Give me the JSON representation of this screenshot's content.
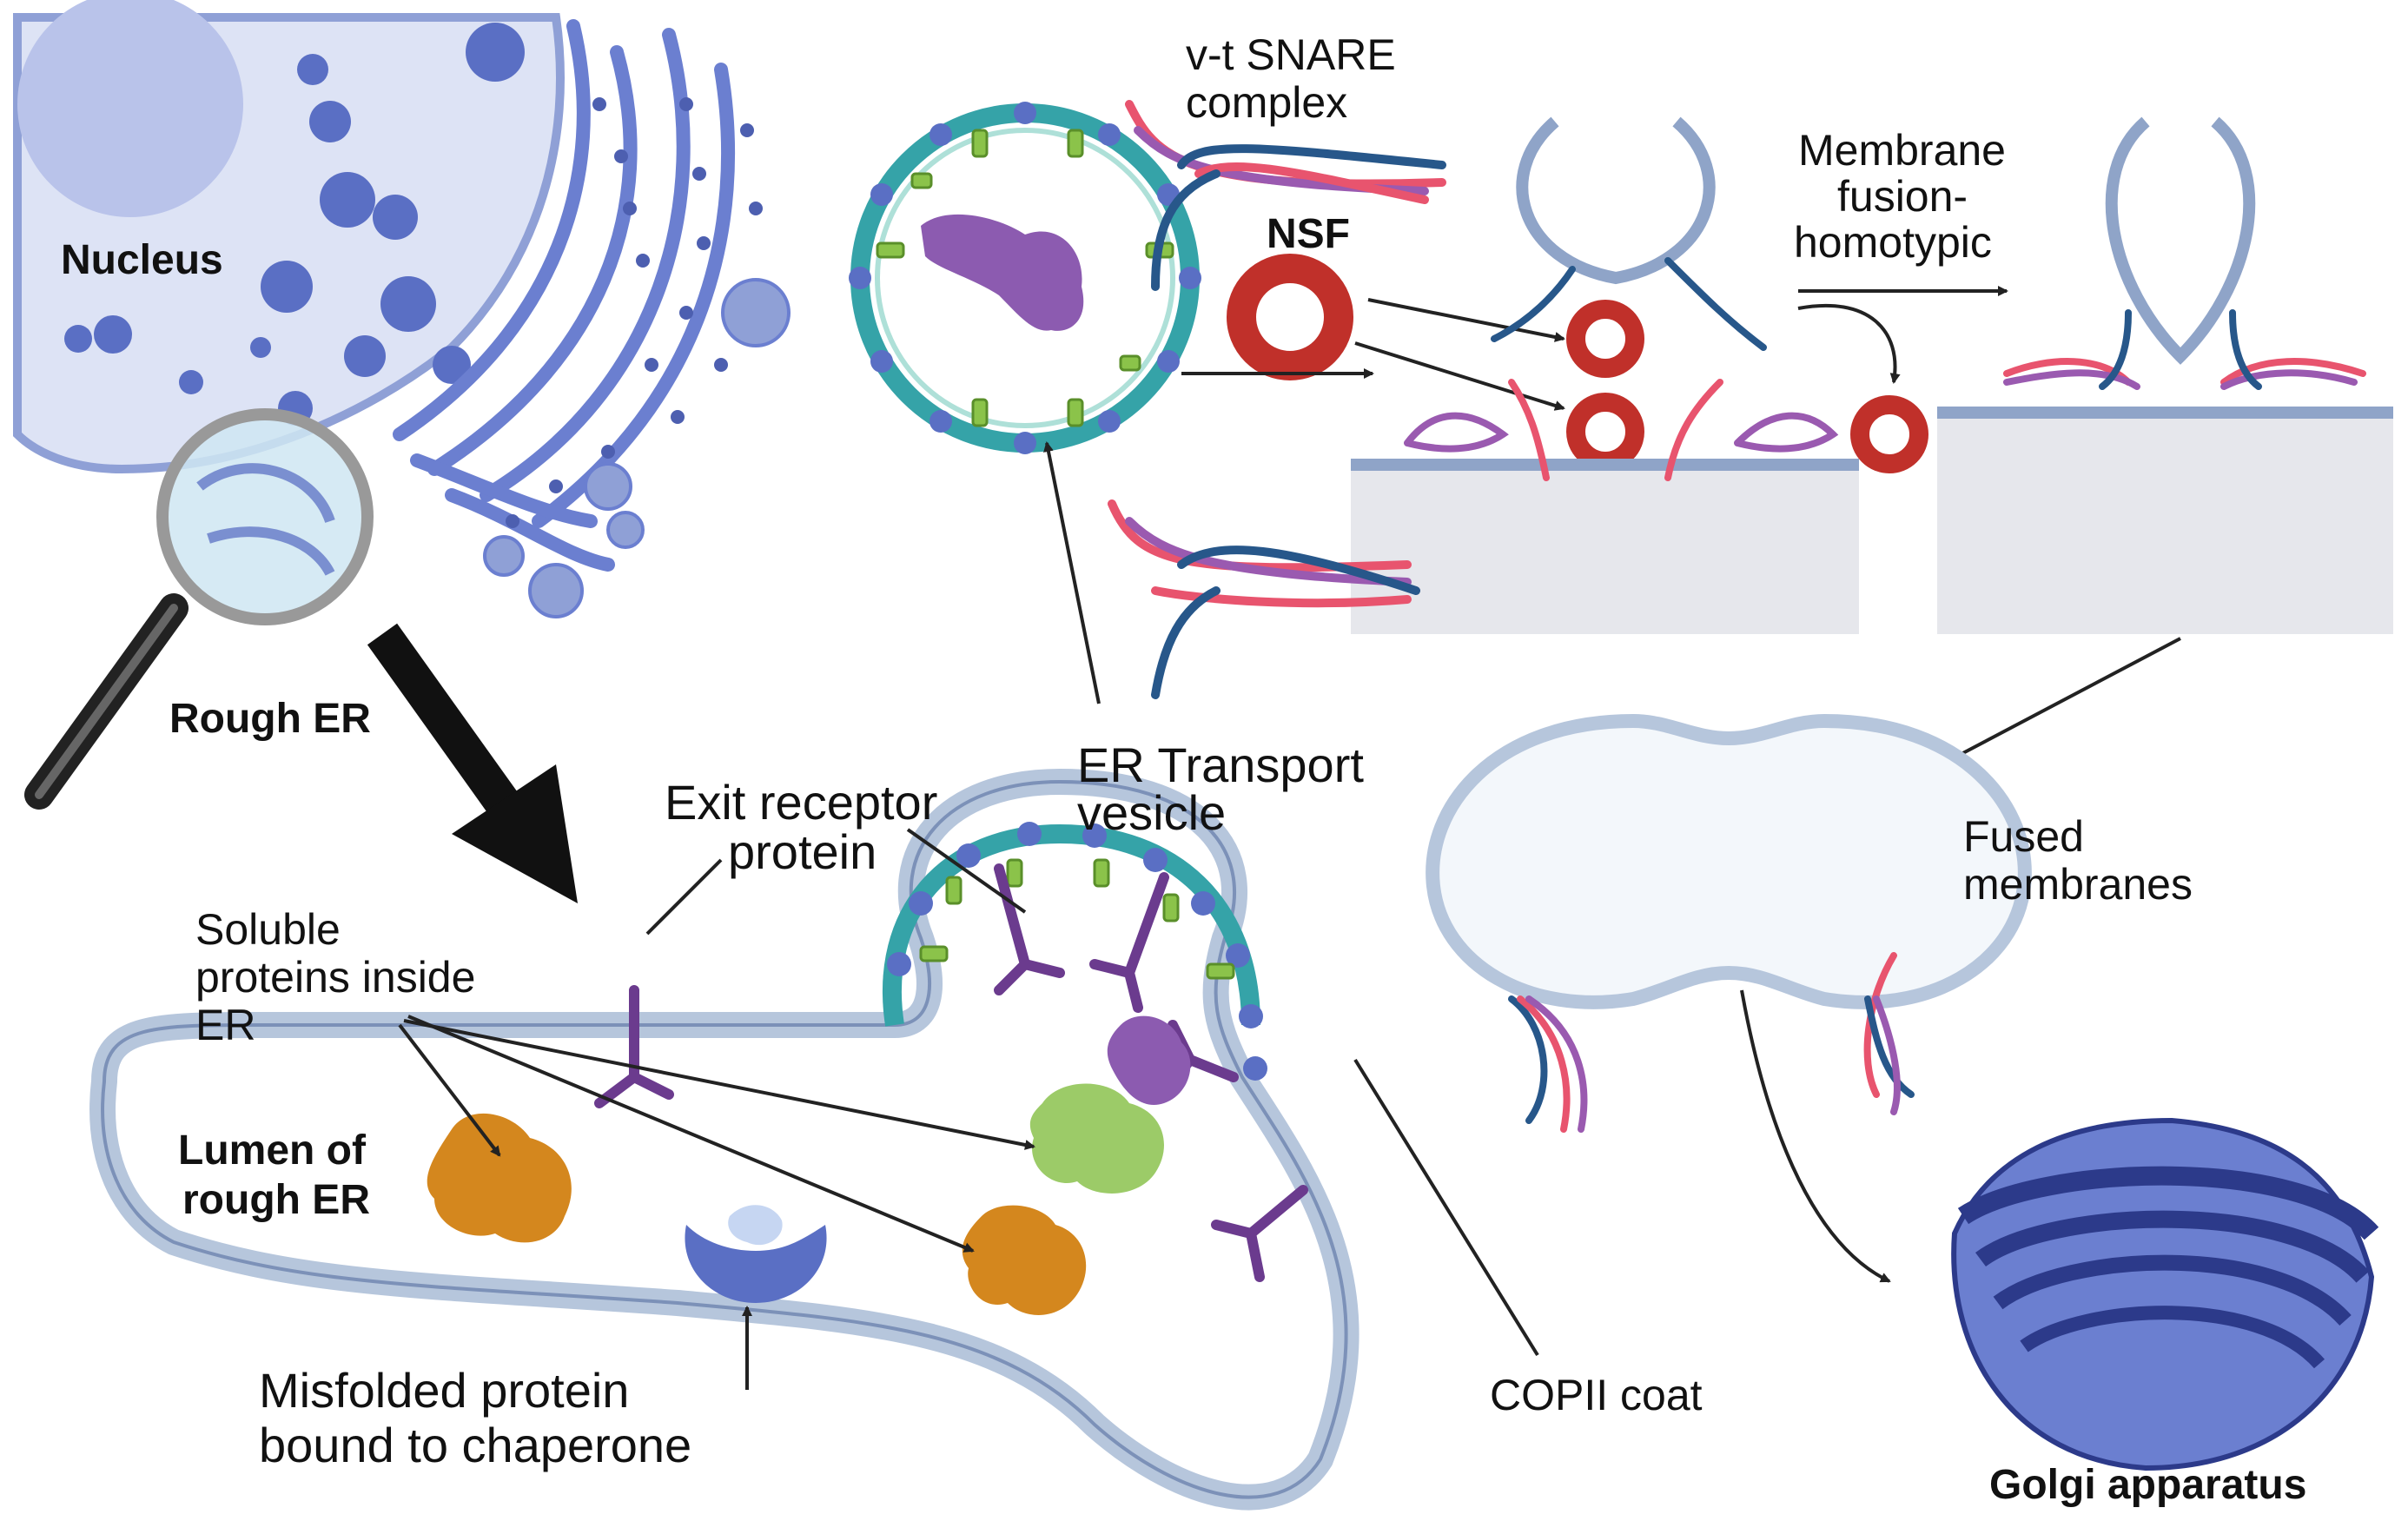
{
  "labels": {
    "nucleus": "Nucleus",
    "rough_er": "Rough ER",
    "snare_line1": "v-t SNARE",
    "snare_line2": "complex",
    "nsf": "NSF",
    "fusion_line1": "Membrane",
    "fusion_line2": "fusion-",
    "fusion_line3": "homotypic",
    "transport_line1": "ER Transport",
    "transport_line2": "vesicle",
    "exit_line1": "Exit receptor",
    "exit_line2": "protein",
    "soluble_line1": "Soluble",
    "soluble_line2": "proteins inside",
    "soluble_line3": "ER",
    "lumen_line1": "Lumen of",
    "lumen_line2": "rough ER",
    "misfolded_line1": "Misfolded protein",
    "misfolded_line2": "bound to chaperone",
    "copii": "COPII coat",
    "fused_line1": "Fused",
    "fused_line2": "membranes",
    "golgi": "Golgi apparatus"
  },
  "colors": {
    "membrane_fill": "#c9d6ec",
    "membrane_stroke": "#8fa4c8",
    "nucleus_fill": "#dde3f5",
    "organelle_blue": "#5a6fc4",
    "nsf_red": "#c0302a",
    "snare_pink": "#e8546e",
    "snare_purple": "#9a5ab0",
    "snare_navy": "#27578a",
    "cargo_orange": "#d4871e",
    "cargo_green": "#9ccb68",
    "cargo_purple": "#8c5bb0",
    "copii_teal": "#35a3a8",
    "copii_green": "#8bc34a",
    "panel_gray": "#e6e7ec"
  }
}
